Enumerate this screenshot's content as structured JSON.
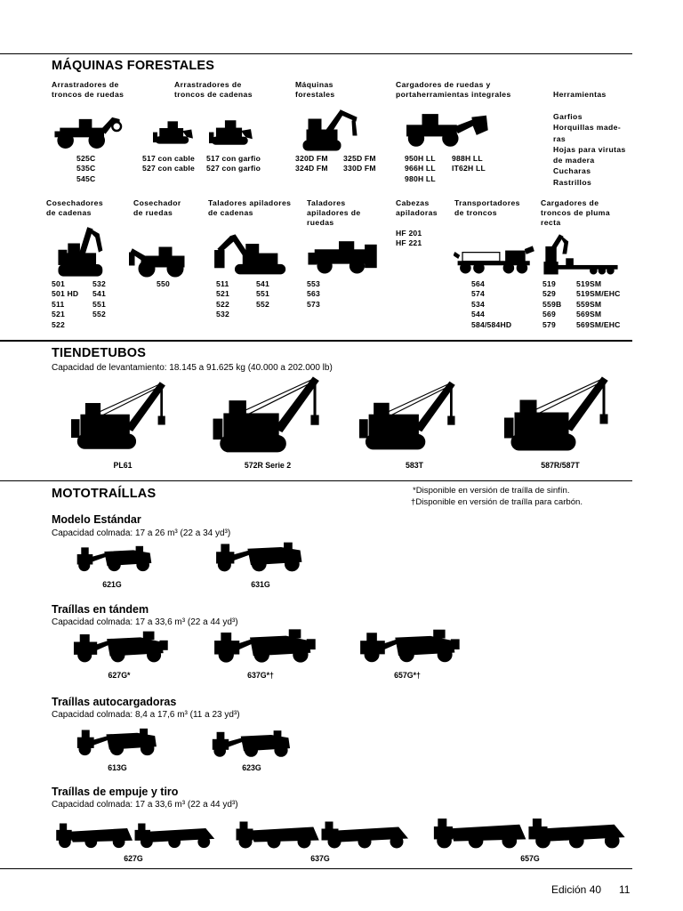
{
  "forestales": {
    "title": "MÁQUINAS FORESTALES",
    "headers": [
      "Arrastradores de\ntroncos de ruedas",
      "Arrastradores de\ntroncos de cadenas",
      "Máquinas\nforestales",
      "Cargadores de ruedas y\nportaherramientas integrales",
      "Herramientas",
      "Cosechadores\nde cadenas",
      "Cosechador\nde ruedas",
      "Taladores apiladores\nde cadenas",
      "Taladores\napiladores de\nruedas",
      "Cabezas\napiladoras",
      "Transportadores\nde troncos",
      "Cargadores de\ntroncos de pluma\nrecta"
    ],
    "herramientas_items": "Garfios\nHorquillas made-\nras\nHojas para virutas\nde madera\nCucharas\nRastrillos",
    "models": [
      "525C\n535C\n545C",
      "517 con cable\n527 con cable",
      "517 con garfio\n527 con garfio",
      "320D FM\n324D FM",
      "325D FM\n330D FM",
      "950H LL\n966H LL\n980H LL",
      "988H LL\nIT62H LL",
      "501\n501 HD\n511\n521\n522",
      "532\n541\n551\n552",
      "550",
      "511\n521\n522\n532",
      "541\n551\n552",
      "553\n563\n573",
      "HF 201\nHF 221",
      "564\n574\n534\n544\n584/584HD",
      "519\n529\n559B\n569\n579",
      "519SM\n519SM/EHC\n559SM\n569SM\n569SM/EHC"
    ]
  },
  "tiendetubos": {
    "title": "TIENDETUBOS",
    "capacity": "Capacidad de levantamiento: 18.145 a 91.625 kg (40.000 a 202.000 lb)",
    "models": [
      "PL61",
      "572R Serie 2",
      "583T",
      "587R/587T"
    ]
  },
  "mototraillas": {
    "title": "MOTOTRAÍLLAS",
    "notes": [
      "*Disponible en versión de traílla de sinfín.",
      "†Disponible en versión de traílla para carbón."
    ],
    "groups": [
      {
        "title": "Modelo Estándar",
        "capacity": "Capacidad colmada: 17 a 26 m³ (22 a 34 yd³)",
        "models": [
          "621G",
          "631G"
        ]
      },
      {
        "title": "Traíllas en tándem",
        "capacity": "Capacidad colmada: 17 a 33,6 m³ (22 a 44 yd³)",
        "models": [
          "627G*",
          "637G*†",
          "657G*†"
        ]
      },
      {
        "title": "Traíllas autocargadoras",
        "capacity": "Capacidad colmada: 8,4 a 17,6 m³ (11 a 23 yd³)",
        "models": [
          "613G",
          "623G"
        ]
      },
      {
        "title": "Traíllas de empuje y tiro",
        "capacity": "Capacidad colmada: 17 a 33,6 m³ (22 a 44 yd³)",
        "models": [
          "627G",
          "637G",
          "657G"
        ]
      }
    ]
  },
  "footer": {
    "edition": "Edición 40",
    "page": "11"
  }
}
